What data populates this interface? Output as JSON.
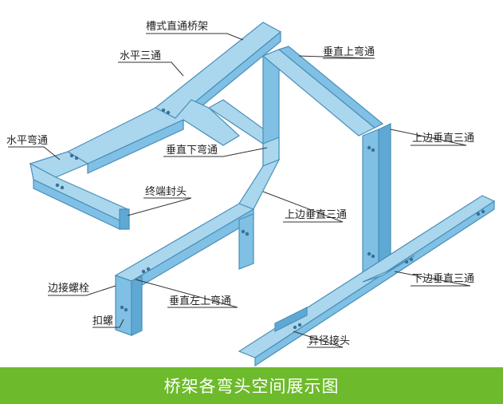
{
  "labels": {
    "groove_tray": "槽式直通桥架",
    "horizontal_tee": "水平三通",
    "vertical_up_elbow": "垂直上弯通",
    "horizontal_elbow": "水平弯通",
    "upper_vertical_tee_right": "上边垂直三通",
    "vertical_down_elbow": "垂直下弯通",
    "end_cap": "终端封头",
    "upper_vertical_tee_mid": "上边垂直三通",
    "edge_bolt": "边接螺栓",
    "lower_vertical_tee": "下边垂直三通",
    "vertical_left_up_elbow": "垂直左上弯通",
    "clip": "扣螺",
    "reducer": "异径接头"
  },
  "footer": {
    "title": "桥架各弯头空间展示图"
  },
  "colors": {
    "tray_top": "#aad7ee",
    "tray_side": "#7fc0e4",
    "footer_bg": "#6dbb2c"
  }
}
